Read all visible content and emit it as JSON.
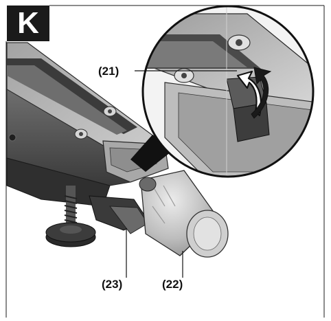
{
  "figure": {
    "letter": "K"
  },
  "callouts": {
    "part_21": "(21)",
    "part_22": "(22)",
    "part_23": "(23)"
  },
  "colors": {
    "ink": "#1a1a1a",
    "body_gray": "#8a8a8a",
    "light_gray": "#c9c9c9",
    "dark_gray": "#4a4a4a",
    "paper": "#ffffff"
  },
  "icons": {
    "rotation_arrow": "curved-arrow-icon",
    "screws": "screw-icon"
  }
}
